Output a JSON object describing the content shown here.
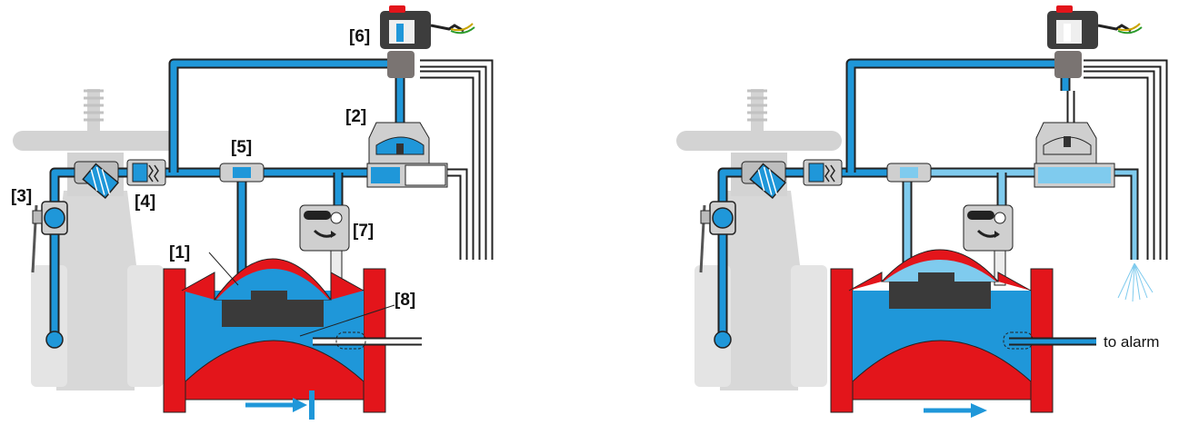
{
  "diagram": {
    "labels": {
      "l1": "[1]",
      "l2": "[2]",
      "l3": "[3]",
      "l4": "[4]",
      "l5": "[5]",
      "l6": "[6]",
      "l7": "[7]",
      "l8": "[8]"
    },
    "alarm_text": "to alarm"
  },
  "colors": {
    "water_full": "#1f97d9",
    "water_light": "#7fcbee",
    "valve_body": "#e3151b",
    "grey_body": "#d3d3d3",
    "diaphragm": "#3a3a3a",
    "outline": "#222222"
  }
}
